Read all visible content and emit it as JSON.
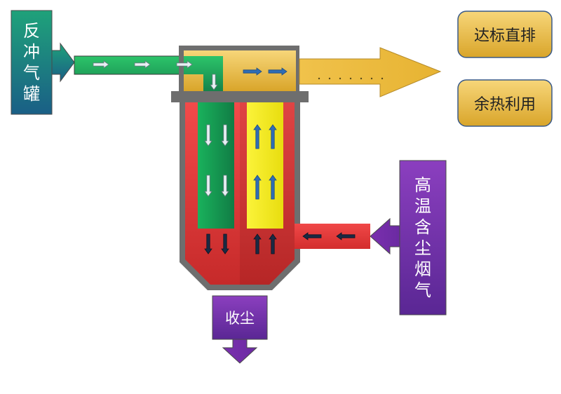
{
  "labels": {
    "backflush_tank": [
      "反",
      "冲",
      "气",
      "罐"
    ],
    "flue_gas": [
      "高",
      "温",
      "含",
      "尘",
      "烟",
      "气"
    ],
    "dust_collect": "收尘",
    "discharge": "达标直排",
    "heat_recovery": "余热利用"
  },
  "colors": {
    "green": "#1e9a52",
    "purple": "#6a2ea8",
    "teal": "#1a6d8a",
    "gold": "#e9b93a",
    "red": "#e23a3a",
    "yellow": "#f5ee1a",
    "vessel_frame": "#6e6e6e",
    "arrow_blue": "#2f6db5"
  },
  "icons": {
    "flow_arrow": "arrow-icon",
    "arrow_right_large": "arrow-right-icon",
    "arrow_left_large": "arrow-left-icon",
    "arrow_down_large": "arrow-down-icon"
  }
}
